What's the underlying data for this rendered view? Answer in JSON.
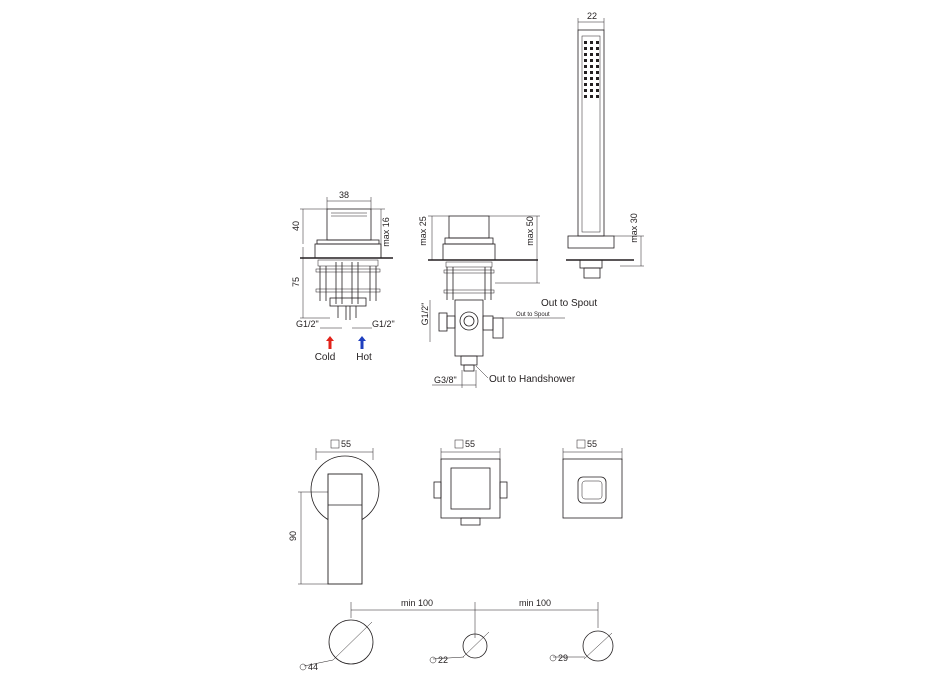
{
  "dims": {
    "width_38": "38",
    "height_40": "40",
    "max_16": "max 16",
    "height_75": "75",
    "g12_left": "G1/2\"",
    "g12_right": "G1/2\"",
    "max_25": "max 25",
    "max_50": "max 50",
    "g12_vert": "G1/2\"",
    "g38": "G3/8\"",
    "width_22": "22",
    "max_30": "max 30",
    "sq55_a": "55",
    "sq55_b": "55",
    "sq55_c": "55",
    "height_90": "90",
    "min100_a": "min 100",
    "min100_b": "min 100",
    "dia44": "44",
    "dia22": "22",
    "dia29": "29"
  },
  "labels": {
    "cold": "Cold",
    "hot": "Hot",
    "out_to_spout": "Out to Spout",
    "out_to_spout_small": "Out to Spout",
    "out_to_handshower": "Out to Handshower"
  },
  "colors": {
    "cold_arrow": "#e2231a",
    "hot_arrow": "#1f3fbf",
    "line": "#231f20"
  }
}
